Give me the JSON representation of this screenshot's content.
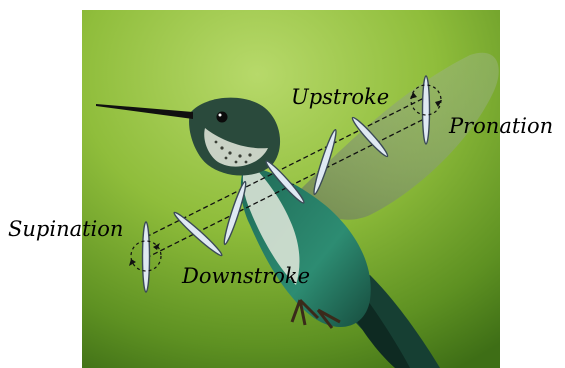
{
  "diagram": {
    "labels": {
      "upstroke": "Upstroke",
      "pronation": "Pronation",
      "supination": "Supination",
      "downstroke": "Downstroke"
    },
    "subject_icon": "hummingbird-in-flight-photo",
    "colors": {
      "background_light": "#a9cf57",
      "background_mid": "#7fb02e",
      "background_dark": "#3e6e16",
      "wing_section_fill": "#dfe9f3",
      "wing_section_stroke": "#3b4a57",
      "path_line": "#111111",
      "label_text": "#000000"
    }
  }
}
